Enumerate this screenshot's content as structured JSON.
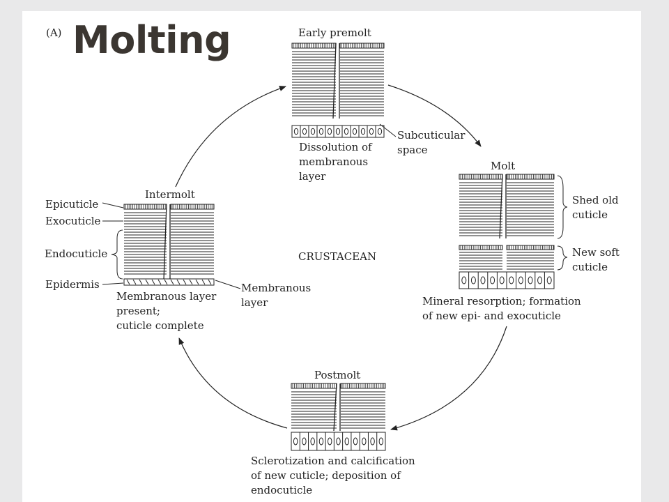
{
  "slide": {
    "panel_label": "(A)",
    "title": "Molting"
  },
  "diagram": {
    "center_label": "CRUSTACEAN",
    "stages": {
      "early_premolt": {
        "title": "Early premolt",
        "caption": "Dissolution of\nmembranous\nlayer",
        "annotation": "Subcuticular\nspace"
      },
      "molt": {
        "title": "Molt",
        "caption": "Mineral resorption; formation\nof new epi- and exocuticle",
        "annotations": [
          "Shed old\ncuticle",
          "New soft\ncuticle"
        ]
      },
      "postmolt": {
        "title": "Postmolt",
        "caption": "Sclerotization and calcification\nof new cuticle; deposition of\nendocuticle"
      },
      "intermolt": {
        "title": "Intermolt",
        "caption": "Membranous layer\npresent;\ncuticle complete",
        "layer_labels": [
          "Epicuticle",
          "Exocuticle",
          "Endocuticle",
          "Epidermis"
        ],
        "annotation": "Membranous\nlayer"
      }
    }
  }
}
